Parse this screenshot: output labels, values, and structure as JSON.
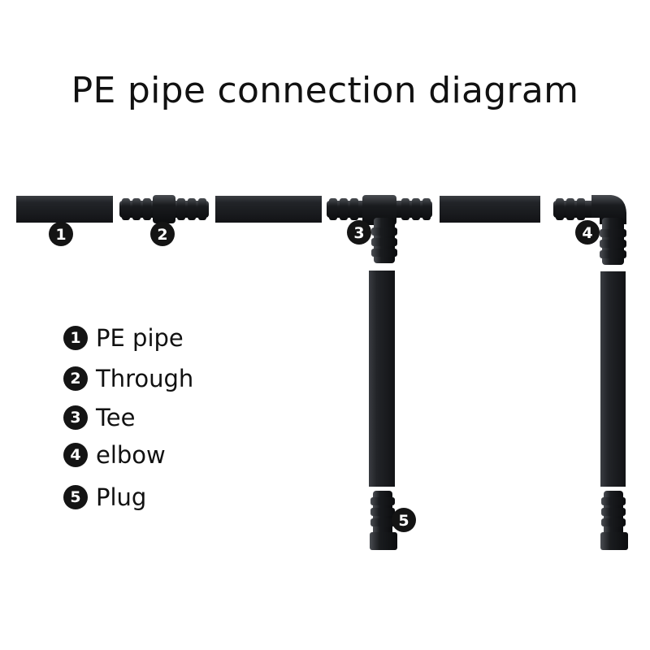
{
  "title": "PE pipe connection diagram",
  "colors": {
    "pipe": "#1d1f22",
    "fitting": "#121416",
    "highlight": "#4a4d52",
    "badge": "#141414",
    "badge_text": "#ffffff"
  },
  "badges": [
    "1",
    "2",
    "3",
    "4",
    "5"
  ],
  "legend": [
    {
      "num": "1",
      "label": "PE pipe"
    },
    {
      "num": "2",
      "label": "Through"
    },
    {
      "num": "3",
      "label": "Tee"
    },
    {
      "num": "4",
      "label": "elbow"
    },
    {
      "num": "5",
      "label": "Plug"
    }
  ]
}
